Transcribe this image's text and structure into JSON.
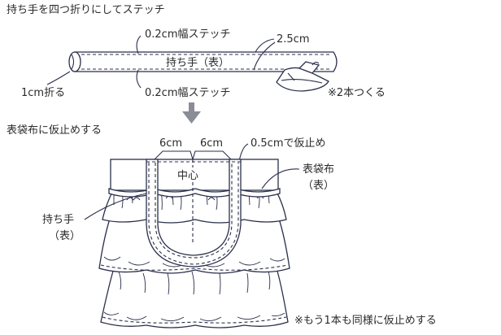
{
  "colors": {
    "line": "#2a2f4a",
    "arrow": "#8a8d96",
    "text": "#2a2a2a"
  },
  "step1": {
    "heading": "持ち手を四つ折りにしてステッチ",
    "stitch_top": "0.2cm幅ステッチ",
    "stitch_bottom": "0.2cm幅ステッチ",
    "width_label": "2.5cm",
    "handle_label": "持ち手（表）",
    "fold_label": "1cm折る",
    "make_two_note": "※2本つくる",
    "iron_icon": "iron-icon"
  },
  "arrow_icon": "down-arrow-icon",
  "step2": {
    "heading": "表袋布に仮止めする",
    "offset_left": "6cm",
    "offset_right": "6cm",
    "tack_label": "0.5cmで仮止め",
    "center_label": "中心",
    "outer_fabric_label": "表袋布",
    "outer_fabric_side": "（表）",
    "handle_label": "持ち手",
    "handle_side": "（表）",
    "repeat_note": "※もう1本も同様に仮止めする"
  }
}
